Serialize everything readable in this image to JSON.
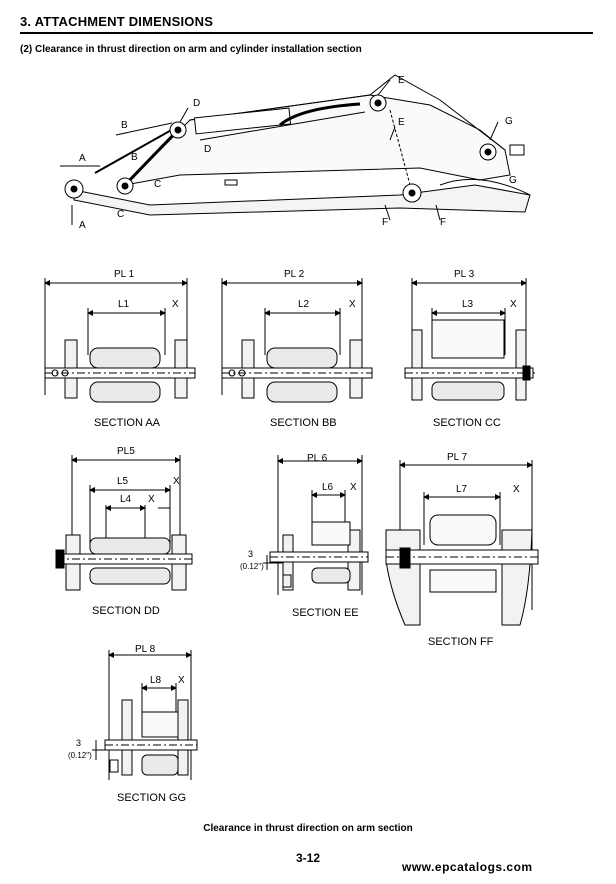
{
  "header": {
    "title": "3. ATTACHMENT DIMENSIONS",
    "subtitle": "(2) Clearance in thrust direction on arm and cylinder installation section"
  },
  "overview_callouts": [
    "A",
    "B",
    "C",
    "D",
    "E",
    "F",
    "G"
  ],
  "sections": [
    {
      "id": "AA",
      "label": "SECTION AA",
      "pl": "PL 1",
      "l": "L1",
      "x": "X"
    },
    {
      "id": "BB",
      "label": "SECTION BB",
      "pl": "PL 2",
      "l": "L2",
      "x": "X"
    },
    {
      "id": "CC",
      "label": "SECTION CC",
      "pl": "PL 3",
      "l": "L3",
      "x": "X"
    },
    {
      "id": "DD",
      "label": "SECTION DD",
      "pl": "PL5",
      "l": "L5",
      "l2": "L4",
      "x": "X"
    },
    {
      "id": "EE",
      "label": "SECTION EE",
      "pl": "PL 6",
      "l": "L6",
      "x": "X",
      "shim": "3",
      "shim_in": "(0.12\")"
    },
    {
      "id": "FF",
      "label": "SECTION FF",
      "pl": "PL 7",
      "l": "L7",
      "x": "X"
    },
    {
      "id": "GG",
      "label": "SECTION GG",
      "pl": "PL 8",
      "l": "L8",
      "x": "X",
      "shim": "3",
      "shim_in": "(0.12\")"
    }
  ],
  "caption": "Clearance in thrust direction on arm section",
  "page_number": "3-12",
  "watermark": "www.epcatalogs.com"
}
